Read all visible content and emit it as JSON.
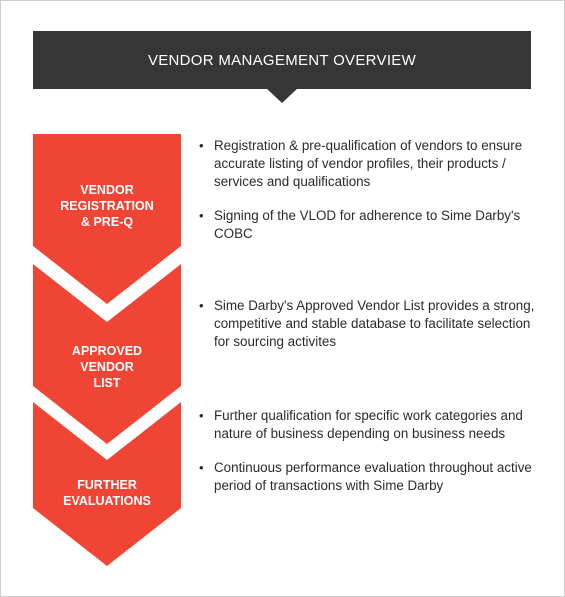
{
  "header": {
    "title": "VENDOR MANAGEMENT OVERVIEW"
  },
  "colors": {
    "header_bg": "#363636",
    "accent_red": "#f04535",
    "text": "#2b2b2b"
  },
  "stages": [
    {
      "label_lines": [
        "VENDOR",
        "REGISTRATION",
        "& PRE-Q"
      ],
      "bullets": [
        "Registration & pre-qualification of vendors to ensure accurate listing of vendor profiles, their products / services and qualifications",
        "Signing of the VLOD for adherence to Sime Darby's COBC"
      ]
    },
    {
      "label_lines": [
        "APPROVED",
        "VENDOR",
        "LIST"
      ],
      "bullets": [
        "Sime Darby's Approved Vendor List provides a strong, competitive and stable database to facilitate selection for sourcing activites"
      ]
    },
    {
      "label_lines": [
        "FURTHER",
        "EVALUATIONS"
      ],
      "bullets": [
        "Further qualification for specific work categories and nature of business depending on business needs",
        "Continuous performance evaluation throughout active period of transactions with Sime Darby"
      ]
    }
  ]
}
